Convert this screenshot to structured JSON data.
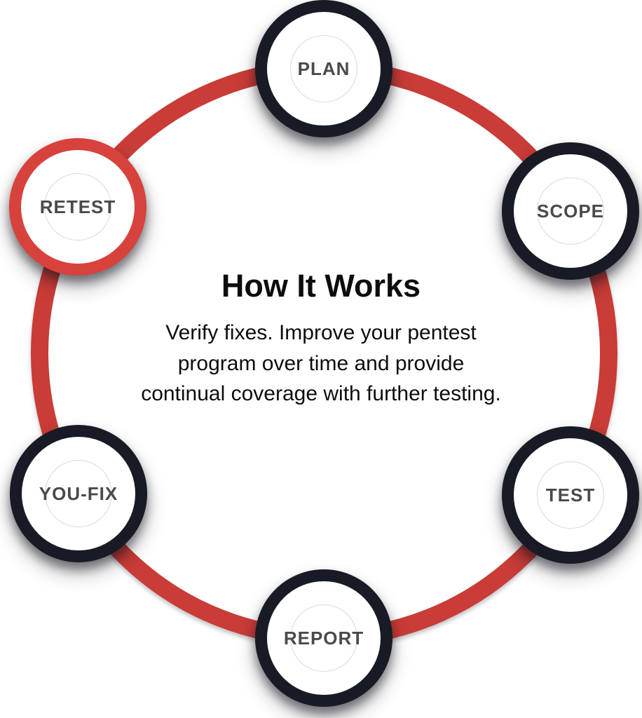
{
  "diagram": {
    "type": "cycle",
    "title": "How It Works",
    "subtitle_lines": [
      "Verify fixes. Improve your pentest",
      "program over time and provide",
      "continual coverage with further testing."
    ],
    "nodes": [
      {
        "label": "PLAN",
        "position": "top",
        "highlighted": false
      },
      {
        "label": "SCOPE",
        "position": "upper-right",
        "highlighted": false
      },
      {
        "label": "TEST",
        "position": "lower-right",
        "highlighted": false
      },
      {
        "label": "REPORT",
        "position": "bottom",
        "highlighted": false
      },
      {
        "label": "YOU-FIX",
        "position": "lower-left",
        "highlighted": false
      },
      {
        "label": "RETEST",
        "position": "upper-left",
        "highlighted": true
      }
    ],
    "colors": {
      "cycle_ring_red": "#c93c37",
      "highlight_ring_red": "#d8423c",
      "node_ring_dark": "#181b25",
      "node_fill": "#ffffff",
      "inner_outline_gray": "#d9d9d9",
      "label_gray": "#4a4a4b",
      "text_black": "#0d0d0e",
      "background": "#ffffff"
    }
  }
}
